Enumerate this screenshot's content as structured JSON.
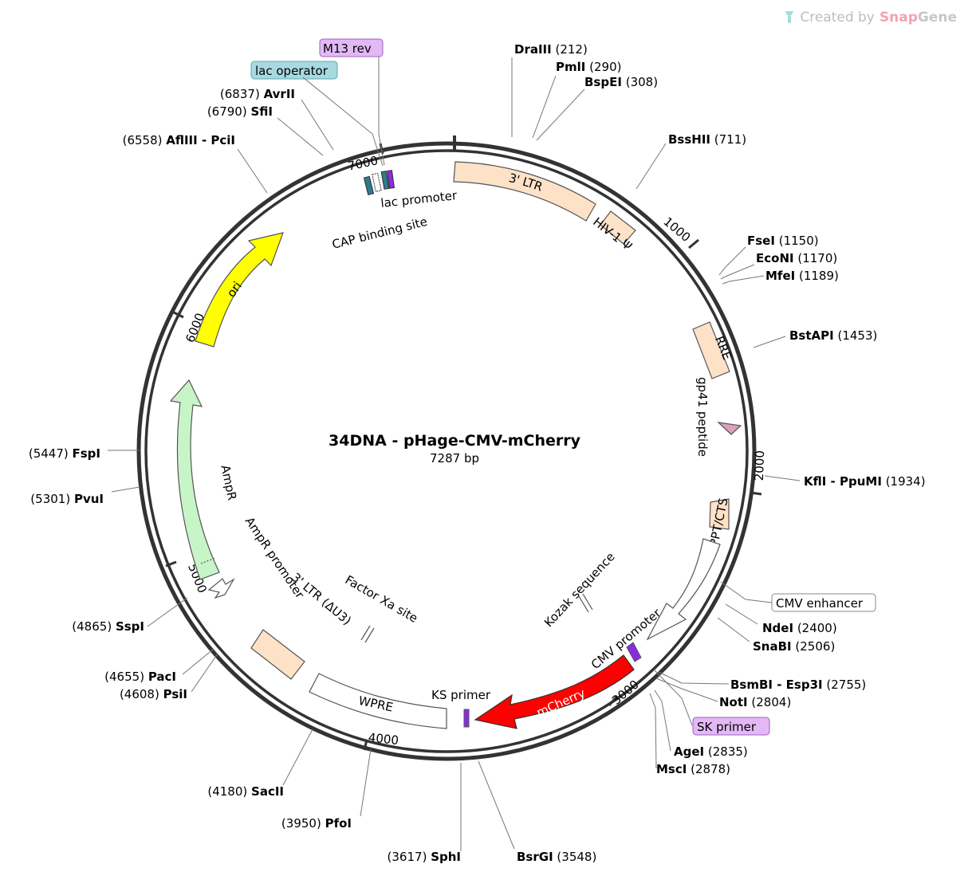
{
  "watermark": {
    "prefix": "Created by",
    "brand_a": "Snap",
    "brand_b": "Gene",
    "icon": "snapgene-logo-icon"
  },
  "plasmid": {
    "name": "34DNA - pHage-CMV-mCherry",
    "length_label": "7287 bp",
    "length": 7287
  },
  "tick_labels": [
    {
      "bp": 1000,
      "label": "1000"
    },
    {
      "bp": 2000,
      "label": "2000"
    },
    {
      "bp": 3000,
      "label": "3000"
    },
    {
      "bp": 4000,
      "label": "4000"
    },
    {
      "bp": 5000,
      "label": "5000"
    },
    {
      "bp": 6000,
      "label": "6000"
    },
    {
      "bp": 7000,
      "label": "7000"
    }
  ],
  "enzymes": [
    {
      "name": "DraIII",
      "pos": "212",
      "bp": 212
    },
    {
      "name": "PmlI",
      "pos": "290",
      "bp": 290
    },
    {
      "name": "BspEI",
      "pos": "308",
      "bp": 308
    },
    {
      "name": "BssHII",
      "pos": "711",
      "bp": 711
    },
    {
      "name": "FseI",
      "pos": "1150",
      "bp": 1150
    },
    {
      "name": "EcoNI",
      "pos": "1170",
      "bp": 1170
    },
    {
      "name": "MfeI",
      "pos": "1189",
      "bp": 1189
    },
    {
      "name": "BstAPI",
      "pos": "1453",
      "bp": 1453
    },
    {
      "name": "KflI - PpuMI",
      "pos": "1934",
      "bp": 1934
    },
    {
      "name": "NdeI",
      "pos": "2400",
      "bp": 2400
    },
    {
      "name": "SnaBI",
      "pos": "2506",
      "bp": 2506
    },
    {
      "name": "BsmBI - Esp3I",
      "pos": "2755",
      "bp": 2755
    },
    {
      "name": "NotI",
      "pos": "2804",
      "bp": 2804
    },
    {
      "name": "AgeI",
      "pos": "2835",
      "bp": 2835
    },
    {
      "name": "MscI",
      "pos": "2878",
      "bp": 2878
    },
    {
      "name": "BsrGI",
      "pos": "3548",
      "bp": 3548
    },
    {
      "name": "SphI",
      "pos": "3617",
      "bp": 3617
    },
    {
      "name": "PfoI",
      "pos": "3950",
      "bp": 3950
    },
    {
      "name": "SacII",
      "pos": "4180",
      "bp": 4180
    },
    {
      "name": "PsiI",
      "pos": "4608",
      "bp": 4608
    },
    {
      "name": "PacI",
      "pos": "4655",
      "bp": 4655
    },
    {
      "name": "SspI",
      "pos": "4865",
      "bp": 4865
    },
    {
      "name": "PvuI",
      "pos": "5301",
      "bp": 5301
    },
    {
      "name": "FspI",
      "pos": "5447",
      "bp": 5447
    },
    {
      "name": "AflIII - PciI",
      "pos": "6558",
      "bp": 6558
    },
    {
      "name": "SfiI",
      "pos": "6790",
      "bp": 6790
    },
    {
      "name": "AvrII",
      "pos": "6837",
      "bp": 6837
    }
  ],
  "features": [
    {
      "label": "3' LTR",
      "color": "#fde2c7"
    },
    {
      "label": "HIV-1 Ψ",
      "color": "#fde2c7"
    },
    {
      "label": "RRE",
      "color": "#fde2c7"
    },
    {
      "label": "gp41 peptide",
      "color": "#d9a2ba"
    },
    {
      "label": "cPPT/CTS",
      "color": "#fde2c7"
    },
    {
      "label": "CMV enhancer",
      "color": "#ffffff"
    },
    {
      "label": "CMV promoter",
      "color": "#ffffff"
    },
    {
      "label": "Kozak sequence",
      "color": "#ffffff"
    },
    {
      "label": "mCherry",
      "color": "#ff0000"
    },
    {
      "label": "KS primer",
      "color": "#8a2be2"
    },
    {
      "label": "SK primer",
      "color": "#e2b9f5"
    },
    {
      "label": "WPRE",
      "color": "#ffffff"
    },
    {
      "label": "Factor Xa site",
      "color": "#ffffff"
    },
    {
      "label": "3' LTR (ΔU3)",
      "color": "#fde2c7"
    },
    {
      "label": "AmpR promoter",
      "color": "#ffffff"
    },
    {
      "label": "AmpR",
      "color": "#c8f5c8"
    },
    {
      "label": "ori",
      "color": "#ffff00"
    },
    {
      "label": "CAP binding site",
      "color": "#2d7a8c"
    },
    {
      "label": "lac promoter",
      "color": "#ffffff"
    },
    {
      "label": "lac operator",
      "color": "#a8d8e0"
    },
    {
      "label": "M13 rev",
      "color": "#e2b9f5"
    }
  ]
}
